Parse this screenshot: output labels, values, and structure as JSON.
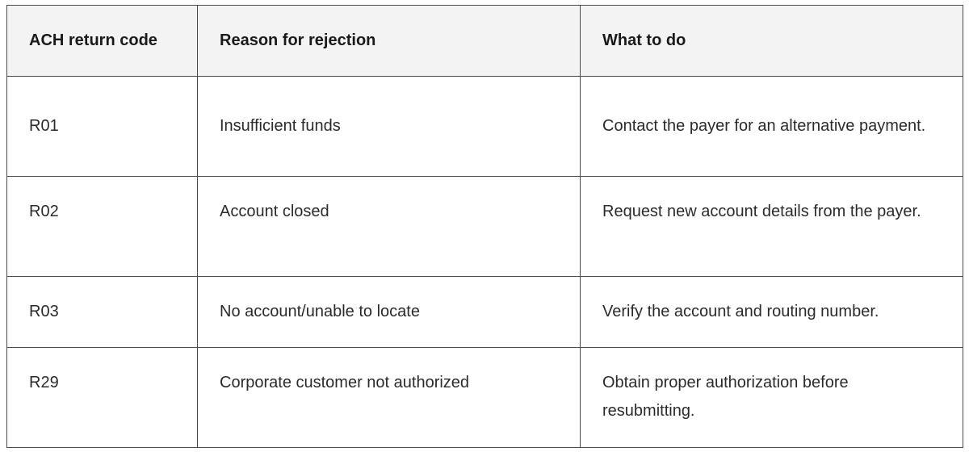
{
  "table": {
    "headers": [
      "ACH return code",
      "Reason for rejection",
      "What to do"
    ],
    "rows": [
      {
        "code": "R01",
        "reason": "Insufficient funds",
        "action": "Contact the payer for an alternative payment."
      },
      {
        "code": "R02",
        "reason": "Account closed",
        "action": "Request new account details from the payer."
      },
      {
        "code": "R03",
        "reason": "No account/unable to locate",
        "action": "Verify the account and routing number."
      },
      {
        "code": "R29",
        "reason": "Corporate customer not authorized",
        "action": "Obtain proper authorization before resubmitting."
      }
    ]
  },
  "colors": {
    "header_background": "#f3f3f3",
    "border": "#4a4a4a",
    "text": "#2b2b2b"
  }
}
